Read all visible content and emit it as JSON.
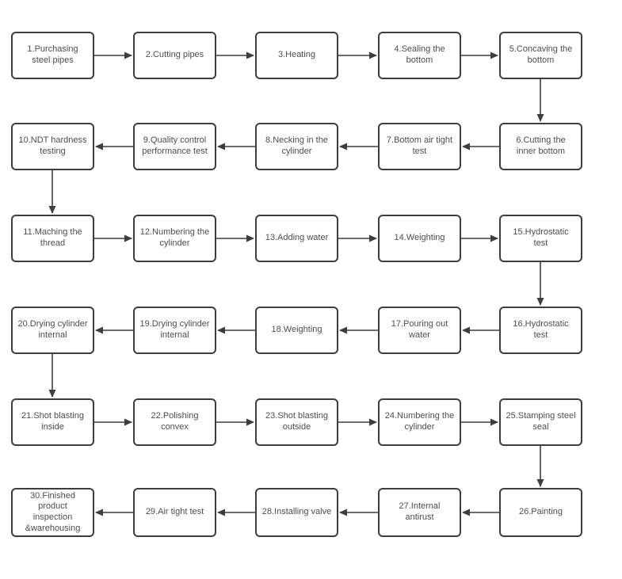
{
  "diagram": {
    "type": "flowchart",
    "flow_pattern": "serpentine (rows alternate left-to-right and right-to-left)",
    "nodes": [
      {
        "label": "1.Purchasing steel pipes"
      },
      {
        "label": "2.Cutting pipes"
      },
      {
        "label": "3.Heating"
      },
      {
        "label": "4.Sealing the bottom"
      },
      {
        "label": "5.Concaving the bottom"
      },
      {
        "label": "6.Cutting the inner bottom"
      },
      {
        "label": "7.Bottom air tight test"
      },
      {
        "label": "8.Necking in the cylinder"
      },
      {
        "label": "9.Quality control performance test"
      },
      {
        "label": "10.NDT hardness testing"
      },
      {
        "label": "11.Maching the thread"
      },
      {
        "label": "12.Numbering the cylinder"
      },
      {
        "label": "13.Adding water"
      },
      {
        "label": "14.Weighting"
      },
      {
        "label": "15.Hydrostatic test"
      },
      {
        "label": "16.Hydrostatic test"
      },
      {
        "label": "17.Pouring out water"
      },
      {
        "label": "18.Weighting"
      },
      {
        "label": "19.Drying cylinder internal"
      },
      {
        "label": "20.Drying cylinder internal"
      },
      {
        "label": "21.Shot blasting inside"
      },
      {
        "label": "22.Polishing convex"
      },
      {
        "label": "23.Shot blasting outside"
      },
      {
        "label": "24.Numbering the cylinder"
      },
      {
        "label": "25.Stamping steel seal"
      },
      {
        "label": "26.Painting"
      },
      {
        "label": "27.Internal antirust"
      },
      {
        "label": "28.Installing valve"
      },
      {
        "label": "29.Air tight test"
      },
      {
        "label": "30.Finished product inspection &warehousing"
      }
    ],
    "edges": [
      "1->2",
      "2->3",
      "3->4",
      "4->5",
      "5->6",
      "6->7",
      "7->8",
      "8->9",
      "9->10",
      "10->11",
      "11->12",
      "12->13",
      "13->14",
      "14->15",
      "15->16",
      "16->17",
      "17->18",
      "18->19",
      "19->20",
      "20->21",
      "21->22",
      "22->23",
      "23->24",
      "24->25",
      "25->26",
      "26->27",
      "27->28",
      "28->29",
      "29->30"
    ],
    "colors": {
      "background": "#ffffff",
      "node_fill": "#ffffff",
      "node_border": "#3d3d3d",
      "text": "#4d4d4d",
      "arrow": "#3d3d3d"
    }
  }
}
